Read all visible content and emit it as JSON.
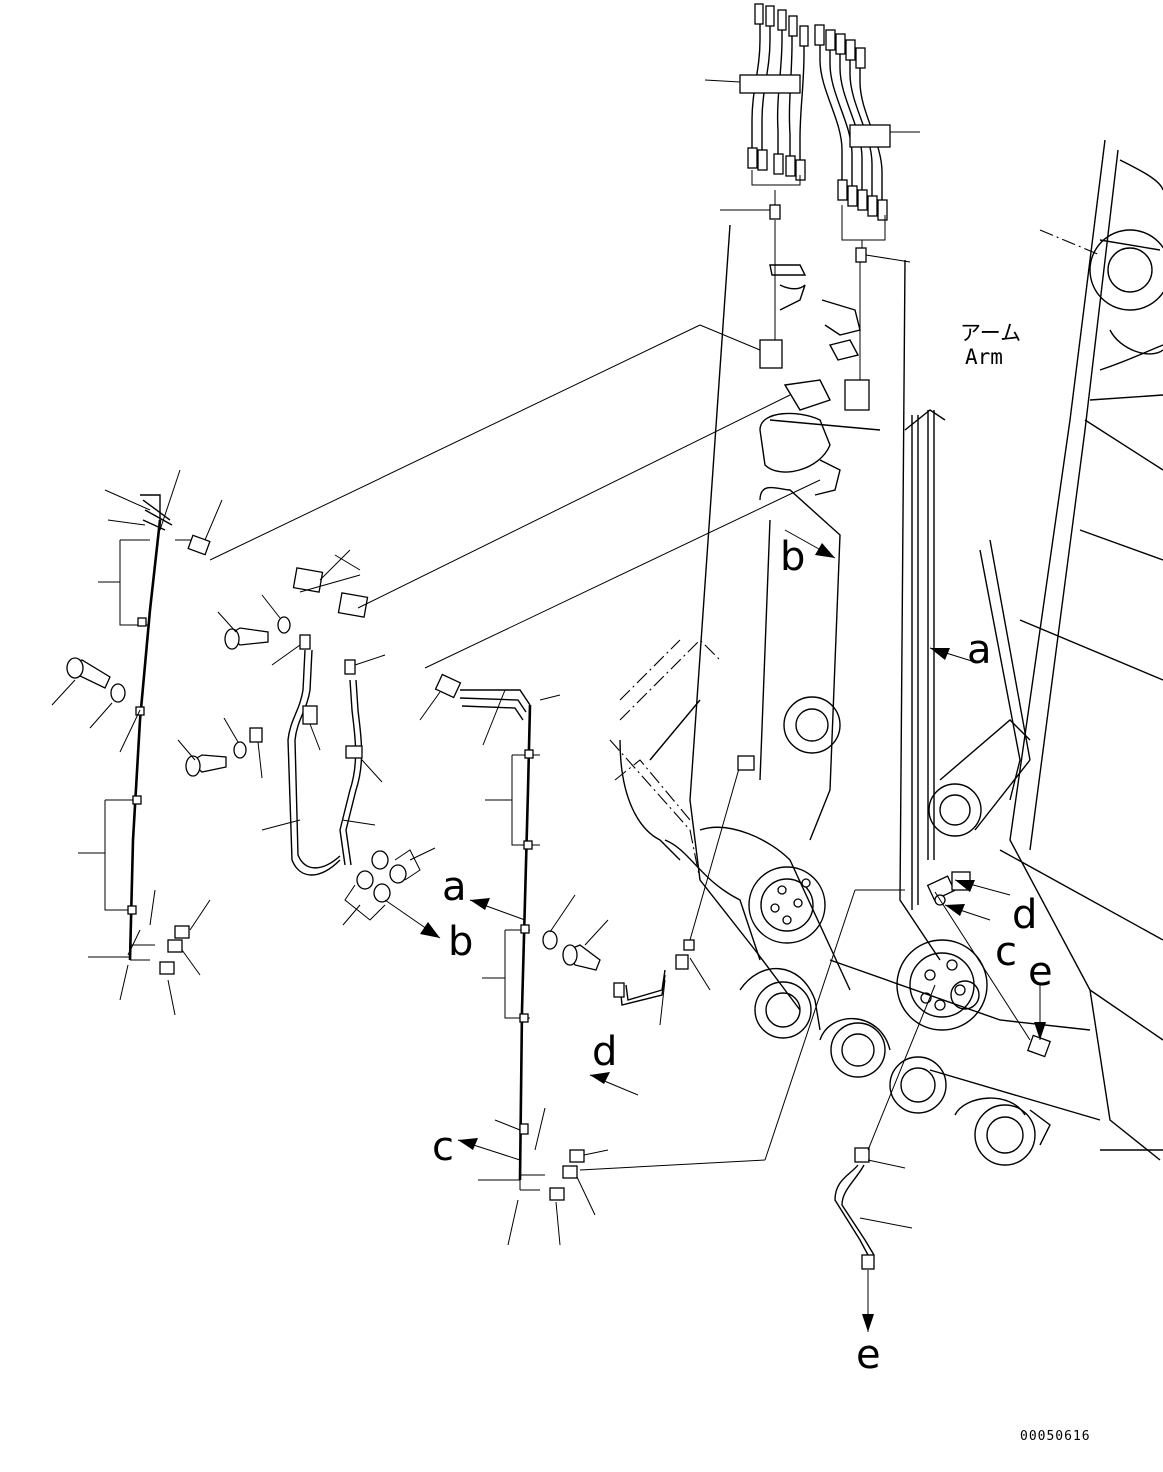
{
  "drawing": {
    "arm_label_jp": "アーム",
    "arm_label_en": "Arm",
    "drawing_code": "00050616"
  },
  "callouts": [
    "a",
    "b",
    "a",
    "b",
    "c",
    "d",
    "d",
    "c",
    "e",
    "e"
  ]
}
